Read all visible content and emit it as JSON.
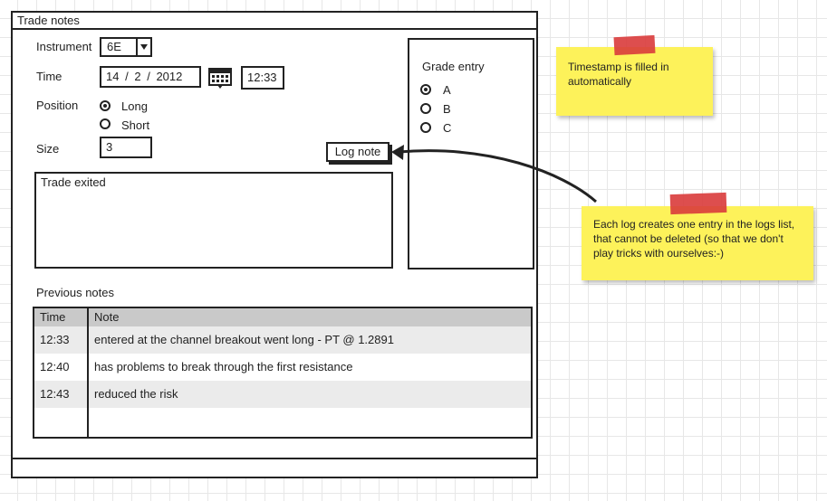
{
  "window": {
    "title": "Trade notes"
  },
  "form": {
    "instrument_label": "Instrument",
    "instrument_value": "6E",
    "time_label": "Time",
    "date_day": "14",
    "date_month": "2",
    "date_year": "2012",
    "date_separator": "/",
    "time_value": "12:33",
    "position_label": "Position",
    "position_options": [
      {
        "label": "Long",
        "selected": true
      },
      {
        "label": "Short",
        "selected": false
      }
    ],
    "size_label": "Size",
    "size_value": "3",
    "log_button": "Log note",
    "note_text": "Trade exited"
  },
  "grade": {
    "title": "Grade entry",
    "options": [
      {
        "label": "A",
        "selected": true
      },
      {
        "label": "B",
        "selected": false
      },
      {
        "label": "C",
        "selected": false
      }
    ]
  },
  "notes": {
    "title": "Previous notes",
    "columns": [
      "Time",
      "Note"
    ],
    "rows": [
      {
        "time": "12:33",
        "note": "entered at the channel breakout went long - PT @ 1.2891"
      },
      {
        "time": "12:40",
        "note": "has problems to break through the first resistance"
      },
      {
        "time": "12:43",
        "note": "reduced the risk"
      }
    ]
  },
  "annotations": {
    "sticky1": "Timestamp is filled in automatically",
    "sticky2": "Each log creates one entry in the logs list, that cannot be deleted (so that we don't play tricks with ourselves:-)"
  },
  "colors": {
    "sticky": "#fdf25a",
    "tape": "#d93b3b",
    "table_header": "#c9c9c9",
    "row_alt": "#ebebeb"
  }
}
